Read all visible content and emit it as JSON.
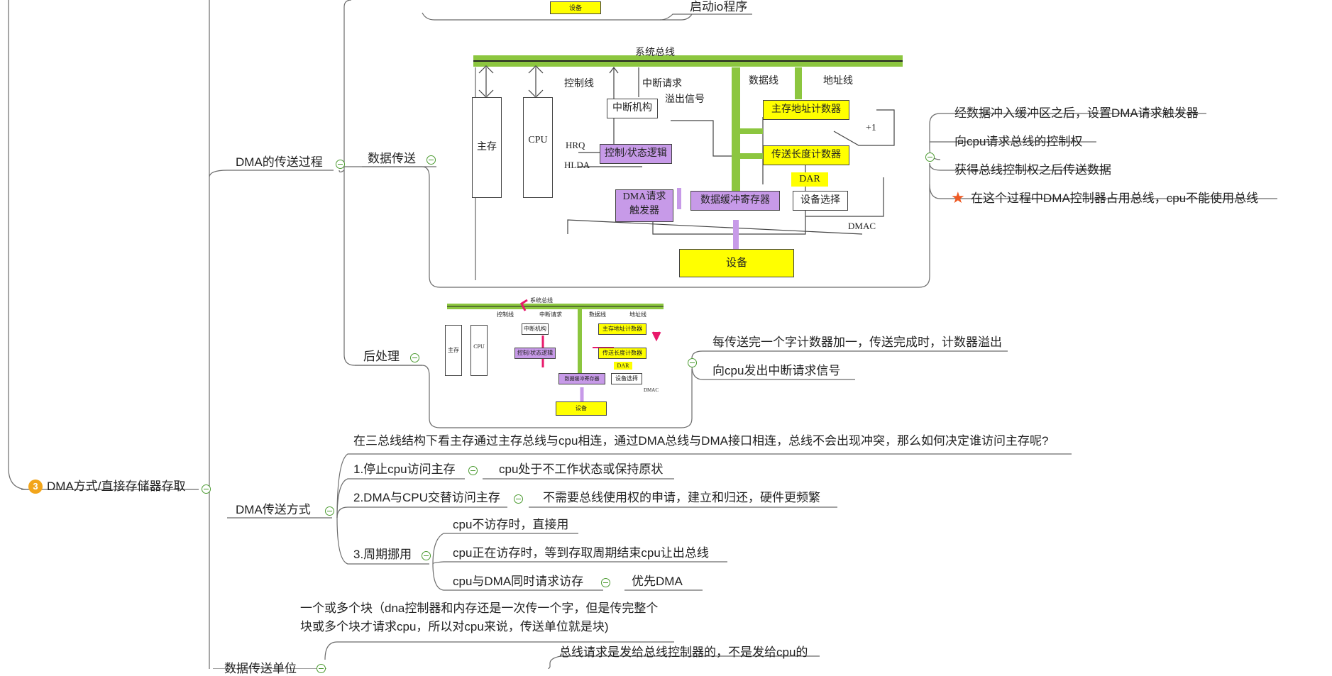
{
  "root": {
    "badge": "3",
    "label": "DMA方式/直接存储器存取"
  },
  "top_fragment": {
    "label": "启动io程序",
    "device_label": "设备"
  },
  "branches": {
    "dma_process": {
      "label": "DMA的传送过程",
      "data_transfer": {
        "label": "数据传送",
        "notes": [
          "经数据冲入缓冲区之后，设置DMA请求触发器",
          "向cpu请求总线的控制权",
          "获得总线控制权之后传送数据",
          "在这个过程中DMA控制器占用总线，cpu不能使用总线"
        ]
      },
      "post_process": {
        "label": "后处理",
        "notes": [
          "每传送完一个字计数器加一，传送完成时，计数器溢出",
          "向cpu发出中断请求信号"
        ]
      }
    },
    "dma_modes": {
      "label": "DMA传送方式",
      "intro": "在三总线结构下看主存通过主存总线与cpu相连，通过DMA总线与DMA接口相连，总线不会出现冲突，那么如何决定谁访问主存呢?",
      "modes": [
        {
          "label": "1.停止cpu访问主存",
          "detail": "cpu处于不工作状态或保持原状"
        },
        {
          "label": "2.DMA与CPU交替访问主存",
          "detail": "不需要总线使用权的申请，建立和归还，硬件更频繁"
        },
        {
          "label": "3.周期挪用",
          "items": [
            "cpu不访存时，直接用",
            "cpu正在访存时，等到存取周期结束cpu让出总线",
            "cpu与DMA同时请求访存"
          ],
          "sub_detail": "优先DMA"
        }
      ]
    },
    "data_unit": {
      "label": "数据传送单位",
      "text_line1": "一个或多个块（dna控制器和内存还是一次传一个字，但是传完整个",
      "text_line2": "块或多个块才请求cpu，所以对cpu来说，传送单位就是块)",
      "sub_note": "总线请求是发给总线控制器的，不是发给cpu的"
    }
  },
  "diagram": {
    "system_bus": "系统总线",
    "control_line": "控制线",
    "interrupt_request": "中断请求",
    "data_line": "数据线",
    "address_line": "地址线",
    "main_memory": "主存",
    "cpu": "CPU",
    "interrupt_unit": "中断机构",
    "overflow_signal": "溢出信号",
    "addr_counter": "主存地址计数器",
    "len_counter": "传送长度计数器",
    "plus_one": "+1",
    "hrq": "HRQ",
    "hlda": "HLDA",
    "control_logic": "控制/状态逻辑",
    "dma_request_line1": "DMA请求",
    "dma_request_line2": "触发器",
    "data_buffer": "数据缓冲寄存器",
    "dar": "DAR",
    "device_select": "设备选择",
    "dmac": "DMAC",
    "device": "设备"
  },
  "colors": {
    "bus_green": "#8cc63f",
    "highlight_yellow": "#ffff00",
    "dma_purple": "#c79ae8",
    "accent_pink": "#e8196b",
    "branch_gray": "#6b6b6b"
  }
}
